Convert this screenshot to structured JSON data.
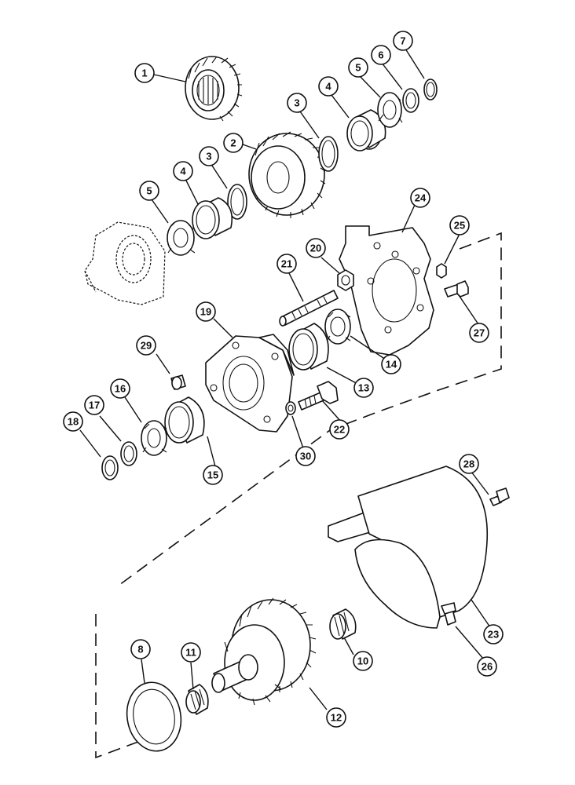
{
  "callouts": [
    {
      "id": 1,
      "label": "1",
      "part": "gear-small"
    },
    {
      "id": 2,
      "label": "2",
      "part": "gear-large"
    },
    {
      "id": 3,
      "label": "3",
      "part": "snap-ring"
    },
    {
      "id": 4,
      "label": "4",
      "part": "bearing-cup"
    },
    {
      "id": 5,
      "label": "5",
      "part": "bearing-cone"
    },
    {
      "id": 6,
      "label": "6",
      "part": "washer"
    },
    {
      "id": 7,
      "label": "7",
      "part": "snap-ring"
    },
    {
      "id": 8,
      "label": "8",
      "part": "seal-ring"
    },
    {
      "id": 10,
      "label": "10",
      "part": "needle-bearing"
    },
    {
      "id": 11,
      "label": "11",
      "part": "needle-bearing"
    },
    {
      "id": 12,
      "label": "12",
      "part": "gear-shaft"
    },
    {
      "id": 13,
      "label": "13",
      "part": "bearing-cup"
    },
    {
      "id": 14,
      "label": "14",
      "part": "bearing-cone"
    },
    {
      "id": 15,
      "label": "15",
      "part": "bearing-cup"
    },
    {
      "id": 16,
      "label": "16",
      "part": "bearing-cone"
    },
    {
      "id": 17,
      "label": "17",
      "part": "washer"
    },
    {
      "id": 18,
      "label": "18",
      "part": "snap-ring"
    },
    {
      "id": 19,
      "label": "19",
      "part": "housing"
    },
    {
      "id": 20,
      "label": "20",
      "part": "nut"
    },
    {
      "id": 21,
      "label": "21",
      "part": "stud"
    },
    {
      "id": 22,
      "label": "22",
      "part": "bolt"
    },
    {
      "id": 23,
      "label": "23",
      "part": "guard"
    },
    {
      "id": 24,
      "label": "24",
      "part": "plate"
    },
    {
      "id": 25,
      "label": "25",
      "part": "nut"
    },
    {
      "id": 26,
      "label": "26",
      "part": "bolt"
    },
    {
      "id": 27,
      "label": "27",
      "part": "bolt"
    },
    {
      "id": 28,
      "label": "28",
      "part": "bolt"
    },
    {
      "id": 29,
      "label": "29",
      "part": "dowel"
    },
    {
      "id": 30,
      "label": "30",
      "part": "washer"
    }
  ]
}
